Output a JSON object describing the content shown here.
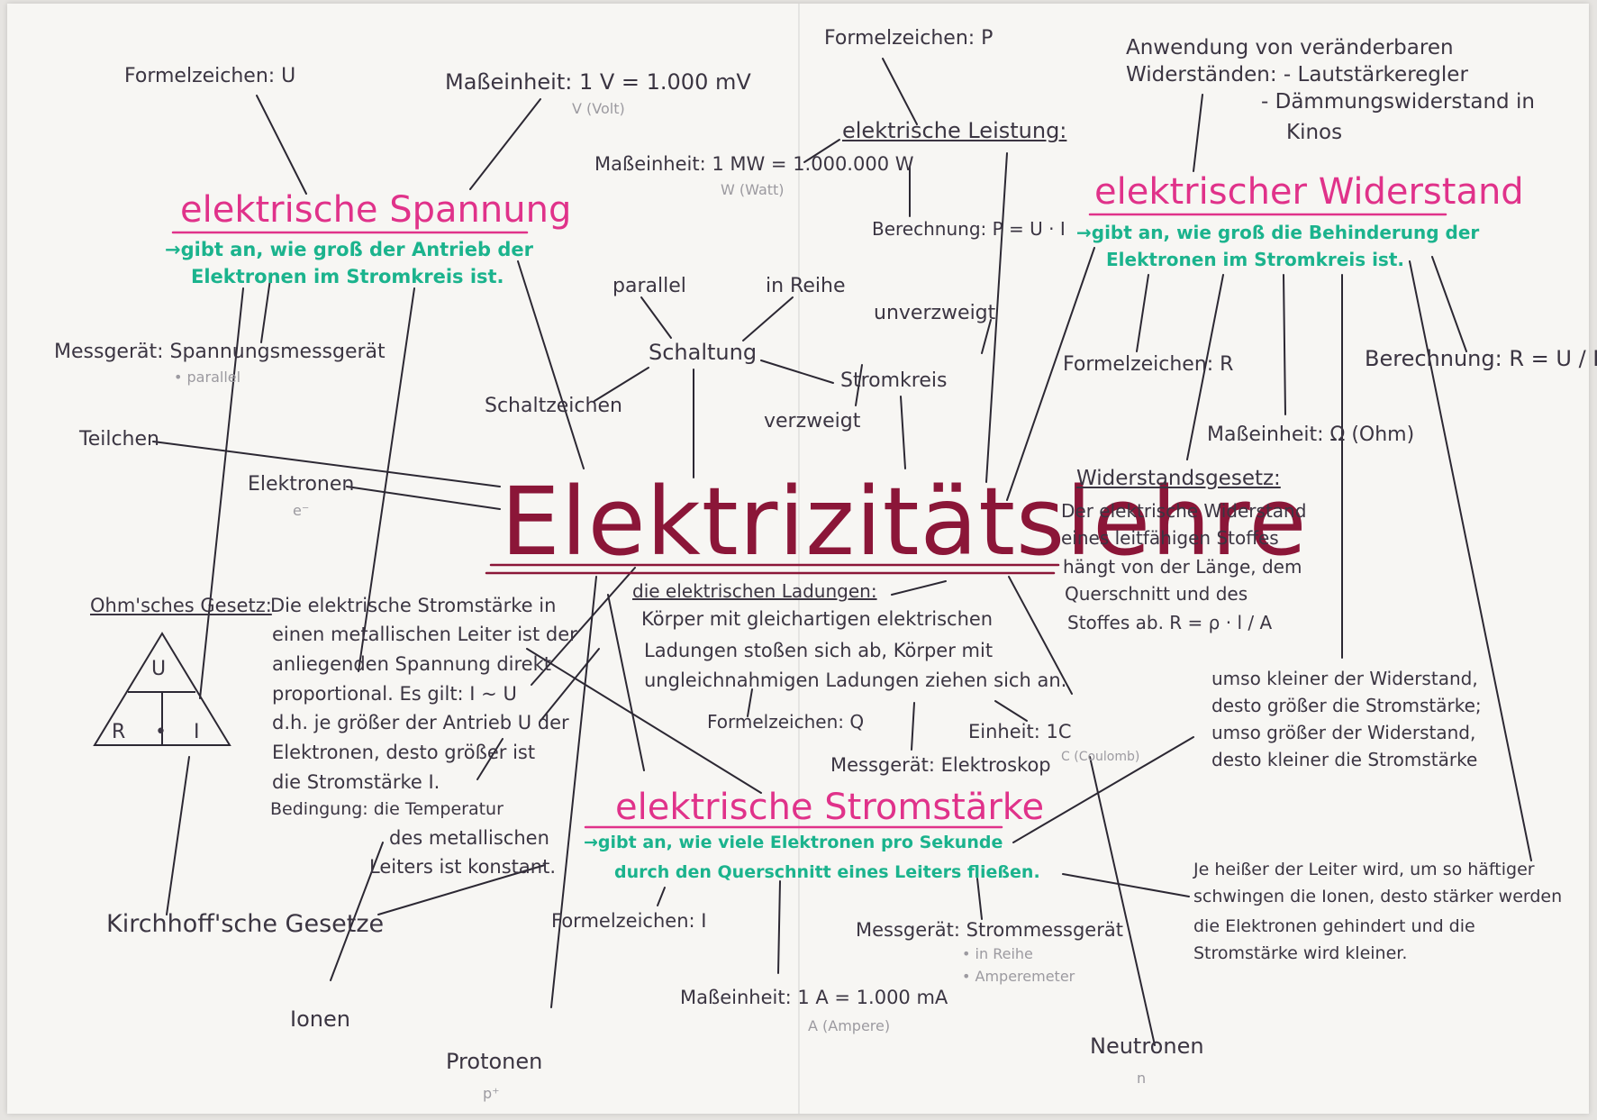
{
  "title": "Elektrizitätslehre",
  "spannung": {
    "heading": "elektrische Spannung",
    "desc_1": "→gibt an, wie groß der Antrieb der",
    "desc_2": "Elektronen im Stromkreis ist.",
    "formelzeichen": "Formelzeichen: U",
    "masseinheit": "Maßeinheit: 1 V = 1.000 mV",
    "einheit_name": "V (Volt)",
    "messgeraet": "Messgerät: Spannungsmessgerät",
    "messgeraet_note": "• parallel"
  },
  "leistung": {
    "formelzeichen": "Formelzeichen: P",
    "heading": "elektrische Leistung:",
    "masseinheit": "Maßeinheit: 1 MW = 1.000.000 W",
    "einheit_name": "W (Watt)",
    "berechnung": "Berechnung: P = U · I"
  },
  "widerstand": {
    "anwendung_1": "Anwendung von veränderbaren",
    "anwendung_2": "Widerständen: - Lautstärkeregler",
    "anwendung_3": "- Dämmungswiderstand in",
    "anwendung_4": "Kinos",
    "heading": "elektrischer Widerstand",
    "desc_1": "→gibt an, wie groß die Behinderung der",
    "desc_2": "Elektronen im Stromkreis ist.",
    "formelzeichen": "Formelzeichen: R",
    "berechnung": "Berechnung: R = U / I",
    "masseinheit": "Maßeinheit: Ω (Ohm)",
    "gesetz_title": "Widerstandsgesetz:",
    "gesetz_1": "Der elektrische Widerstand",
    "gesetz_2": "eines leitfähigen Stoffes",
    "gesetz_3": "hängt von der Länge, dem",
    "gesetz_4": "Querschnitt und des",
    "gesetz_5": "Stoffes ab. R = ρ · l / A",
    "umso_1": "umso kleiner der Widerstand,",
    "umso_2": "desto größer die Stromstärke;",
    "umso_3": "umso größer der Widerstand,",
    "umso_4": "desto kleiner die Stromstärke",
    "heiss_1": "Je heißer der Leiter wird, um so häftiger",
    "heiss_2": "schwingen die Ionen, desto stärker werden",
    "heiss_3": "die Elektronen gehindert und die",
    "heiss_4": "Stromstärke wird kleiner."
  },
  "schaltung": {
    "parallel": "parallel",
    "in_reihe": "in Reihe",
    "unverzweigt": "unverzweigt",
    "schaltung": "Schaltung",
    "stromkreis": "Stromkreis",
    "schaltzeichen": "Schaltzeichen",
    "verzweigt": "verzweigt"
  },
  "teilchen": {
    "teilchen": "Teilchen",
    "elektronen": "Elektronen",
    "elektronen_symbol": "e⁻",
    "ionen": "Ionen",
    "protonen": "Protonen",
    "protonen_symbol": "p⁺",
    "neutronen": "Neutronen",
    "neutronen_symbol": "n"
  },
  "ohm": {
    "title": "Ohm'sches Gesetz:",
    "text_1": "Die elektrische Stromstärke in",
    "text_2": "einen metallischen Leiter ist der",
    "text_3": "anliegenden Spannung direkt",
    "text_4": "proportional. Es gilt: I ~ U",
    "text_5": "d.h. je größer der Antrieb U der",
    "text_6": "Elektronen, desto größer ist",
    "text_7": "die Stromstärke I.",
    "bedingung_1": "Bedingung: die Temperatur",
    "bedingung_2": "des metallischen",
    "bedingung_3": "Leiters ist konstant.",
    "tri_u": "U",
    "tri_r": "R",
    "tri_dot": "•",
    "tri_i": "I"
  },
  "kirchhoff": "Kirchhoff'sche Gesetze",
  "ladungen": {
    "title": "die elektrischen Ladungen:",
    "text_1": "Körper mit gleichartigen elektrischen",
    "text_2": "Ladungen stoßen sich ab, Körper mit",
    "text_3": "ungleichnahmigen Ladungen ziehen sich an.",
    "formelzeichen": "Formelzeichen: Q",
    "einheit": "Einheit: 1C",
    "einheit_name": "C (Coulomb)",
    "messgeraet": "Messgerät: Elektroskop"
  },
  "stromstaerke": {
    "heading": "elektrische Stromstärke",
    "desc_1": "→gibt an, wie viele Elektronen pro Sekunde",
    "desc_2": "durch den Querschnitt eines Leiters fließen.",
    "formelzeichen": "Formelzeichen: I",
    "messgeraet": "Messgerät: Strommessgerät",
    "messgeraet_note_1": "• in Reihe",
    "messgeraet_note_2": "• Amperemeter",
    "masseinheit": "Maßeinheit: 1 A = 1.000 mA",
    "einheit_name": "A (Ampere)"
  },
  "colors": {
    "paper": "#f7f6f3",
    "ink": "#3b3542",
    "pink": "#e0328a",
    "teal": "#1bb38d",
    "title": "#8b1638",
    "grey": "#9c9aa0"
  }
}
